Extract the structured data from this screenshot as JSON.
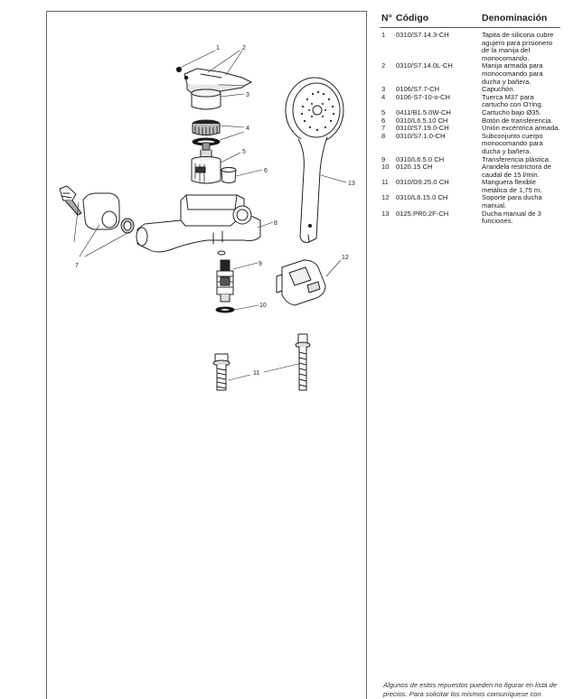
{
  "table": {
    "headers": {
      "num": "N°",
      "code": "Código",
      "name": "Denominación"
    },
    "rows": [
      {
        "num": "1",
        "code": "0310/S7.14.3-CH",
        "name": "Tapita de silicona cubre agujero para prisionero de la manija del monocomando."
      },
      {
        "num": "2",
        "code": "0310/S7.14.0L-CH",
        "name": "Manija armada para monocomando para ducha y bañera."
      },
      {
        "num": "3",
        "code": "0106/S7.7-CH",
        "name": "Capuchón."
      },
      {
        "num": "4",
        "code": "0106-S7-10-o-CH",
        "name": "Tuerca M37 para cartucho con O'ring."
      },
      {
        "num": "5",
        "code": "0411/B1.5.0W-CH",
        "name": "Cartucho bajo Ø35."
      },
      {
        "num": "6",
        "code": "0310/L6.5.10 CH",
        "name": "Botón de transferencia."
      },
      {
        "num": "7",
        "code": "0310/S7.19.0-CH",
        "name": "Unión excéntrica armada."
      },
      {
        "num": "8",
        "code": "0310/S7.1.0-CH",
        "name": "Subconjunto cuerpo monocomando para ducha y bañera."
      },
      {
        "num": "9",
        "code": "0310/L6.5.0 CH",
        "name": "Transferencia plástica."
      },
      {
        "num": "10",
        "code": "0120.15 CH",
        "name": "Arandela restrictora de caudal de 15 l/min."
      },
      {
        "num": "11",
        "code": "0310/D9.25.0 CH",
        "name": "Manguera flexible metálica de 1,75 m."
      },
      {
        "num": "12",
        "code": "0310/L6.15.0 CH",
        "name": "Soporte para ducha manual."
      },
      {
        "num": "13",
        "code": "0125.PR0.2F-CH",
        "name": "Ducha manual de 3 funciones."
      }
    ]
  },
  "diagram": {
    "callouts": [
      "1",
      "2",
      "3",
      "4",
      "5",
      "6",
      "7",
      "8",
      "9",
      "10",
      "11",
      "12",
      "13"
    ]
  },
  "footnote": "Algunos de estos repuestos pueden no figurar en lista de precios. Para solicitar los mismos comuníquese con"
}
